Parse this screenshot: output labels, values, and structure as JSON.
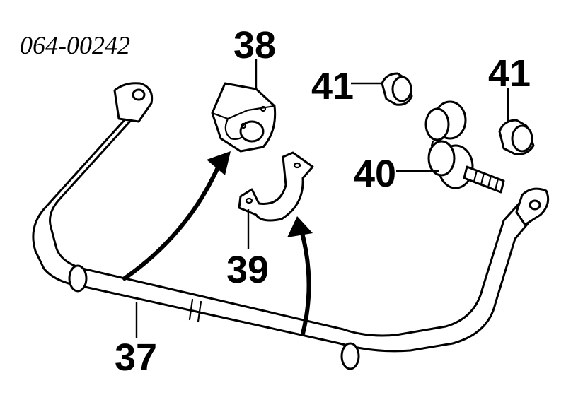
{
  "diagram": {
    "reference_code": "064-00242",
    "callouts": {
      "stabilizer_bar": "37",
      "bushing": "38",
      "bracket": "39",
      "link_bolt": "40",
      "cushion_upper": "41",
      "cushion_lower": "41"
    },
    "colors": {
      "line": "#000000",
      "background": "#ffffff"
    }
  }
}
